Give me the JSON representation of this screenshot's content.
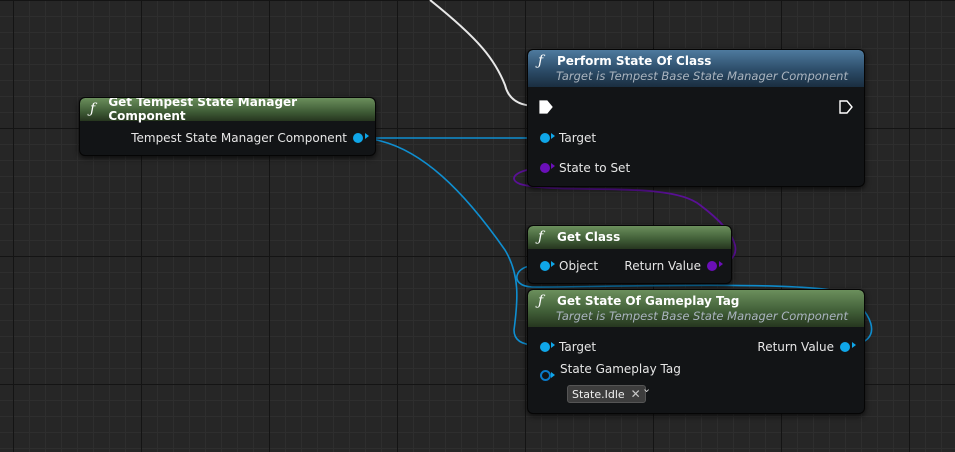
{
  "nodes": {
    "get_manager": {
      "title": "Get Tempest State Manager Component",
      "output_label": "Tempest State Manager Component"
    },
    "perform_state": {
      "title": "Perform State Of Class",
      "subtitle": "Target is Tempest Base State Manager Component",
      "target_label": "Target",
      "state_label": "State to Set"
    },
    "get_class": {
      "title": "Get Class",
      "object_label": "Object",
      "return_label": "Return Value"
    },
    "get_state_tag": {
      "title": "Get State Of Gameplay Tag",
      "subtitle": "Target is Tempest Base State Manager Component",
      "target_label": "Target",
      "return_label": "Return Value",
      "tag_label": "State Gameplay Tag",
      "tag_value": "State.Idle"
    }
  },
  "icons": {
    "function": "ƒ",
    "clear": "✕",
    "dropdown": "⌄"
  },
  "colors": {
    "object_pin": "#0fa6e8",
    "class_pin": "#6a0fb8",
    "exec_pin": "#ffffff",
    "function_header_blue": "#3a6082",
    "pure_header_green": "#4f6e44"
  }
}
